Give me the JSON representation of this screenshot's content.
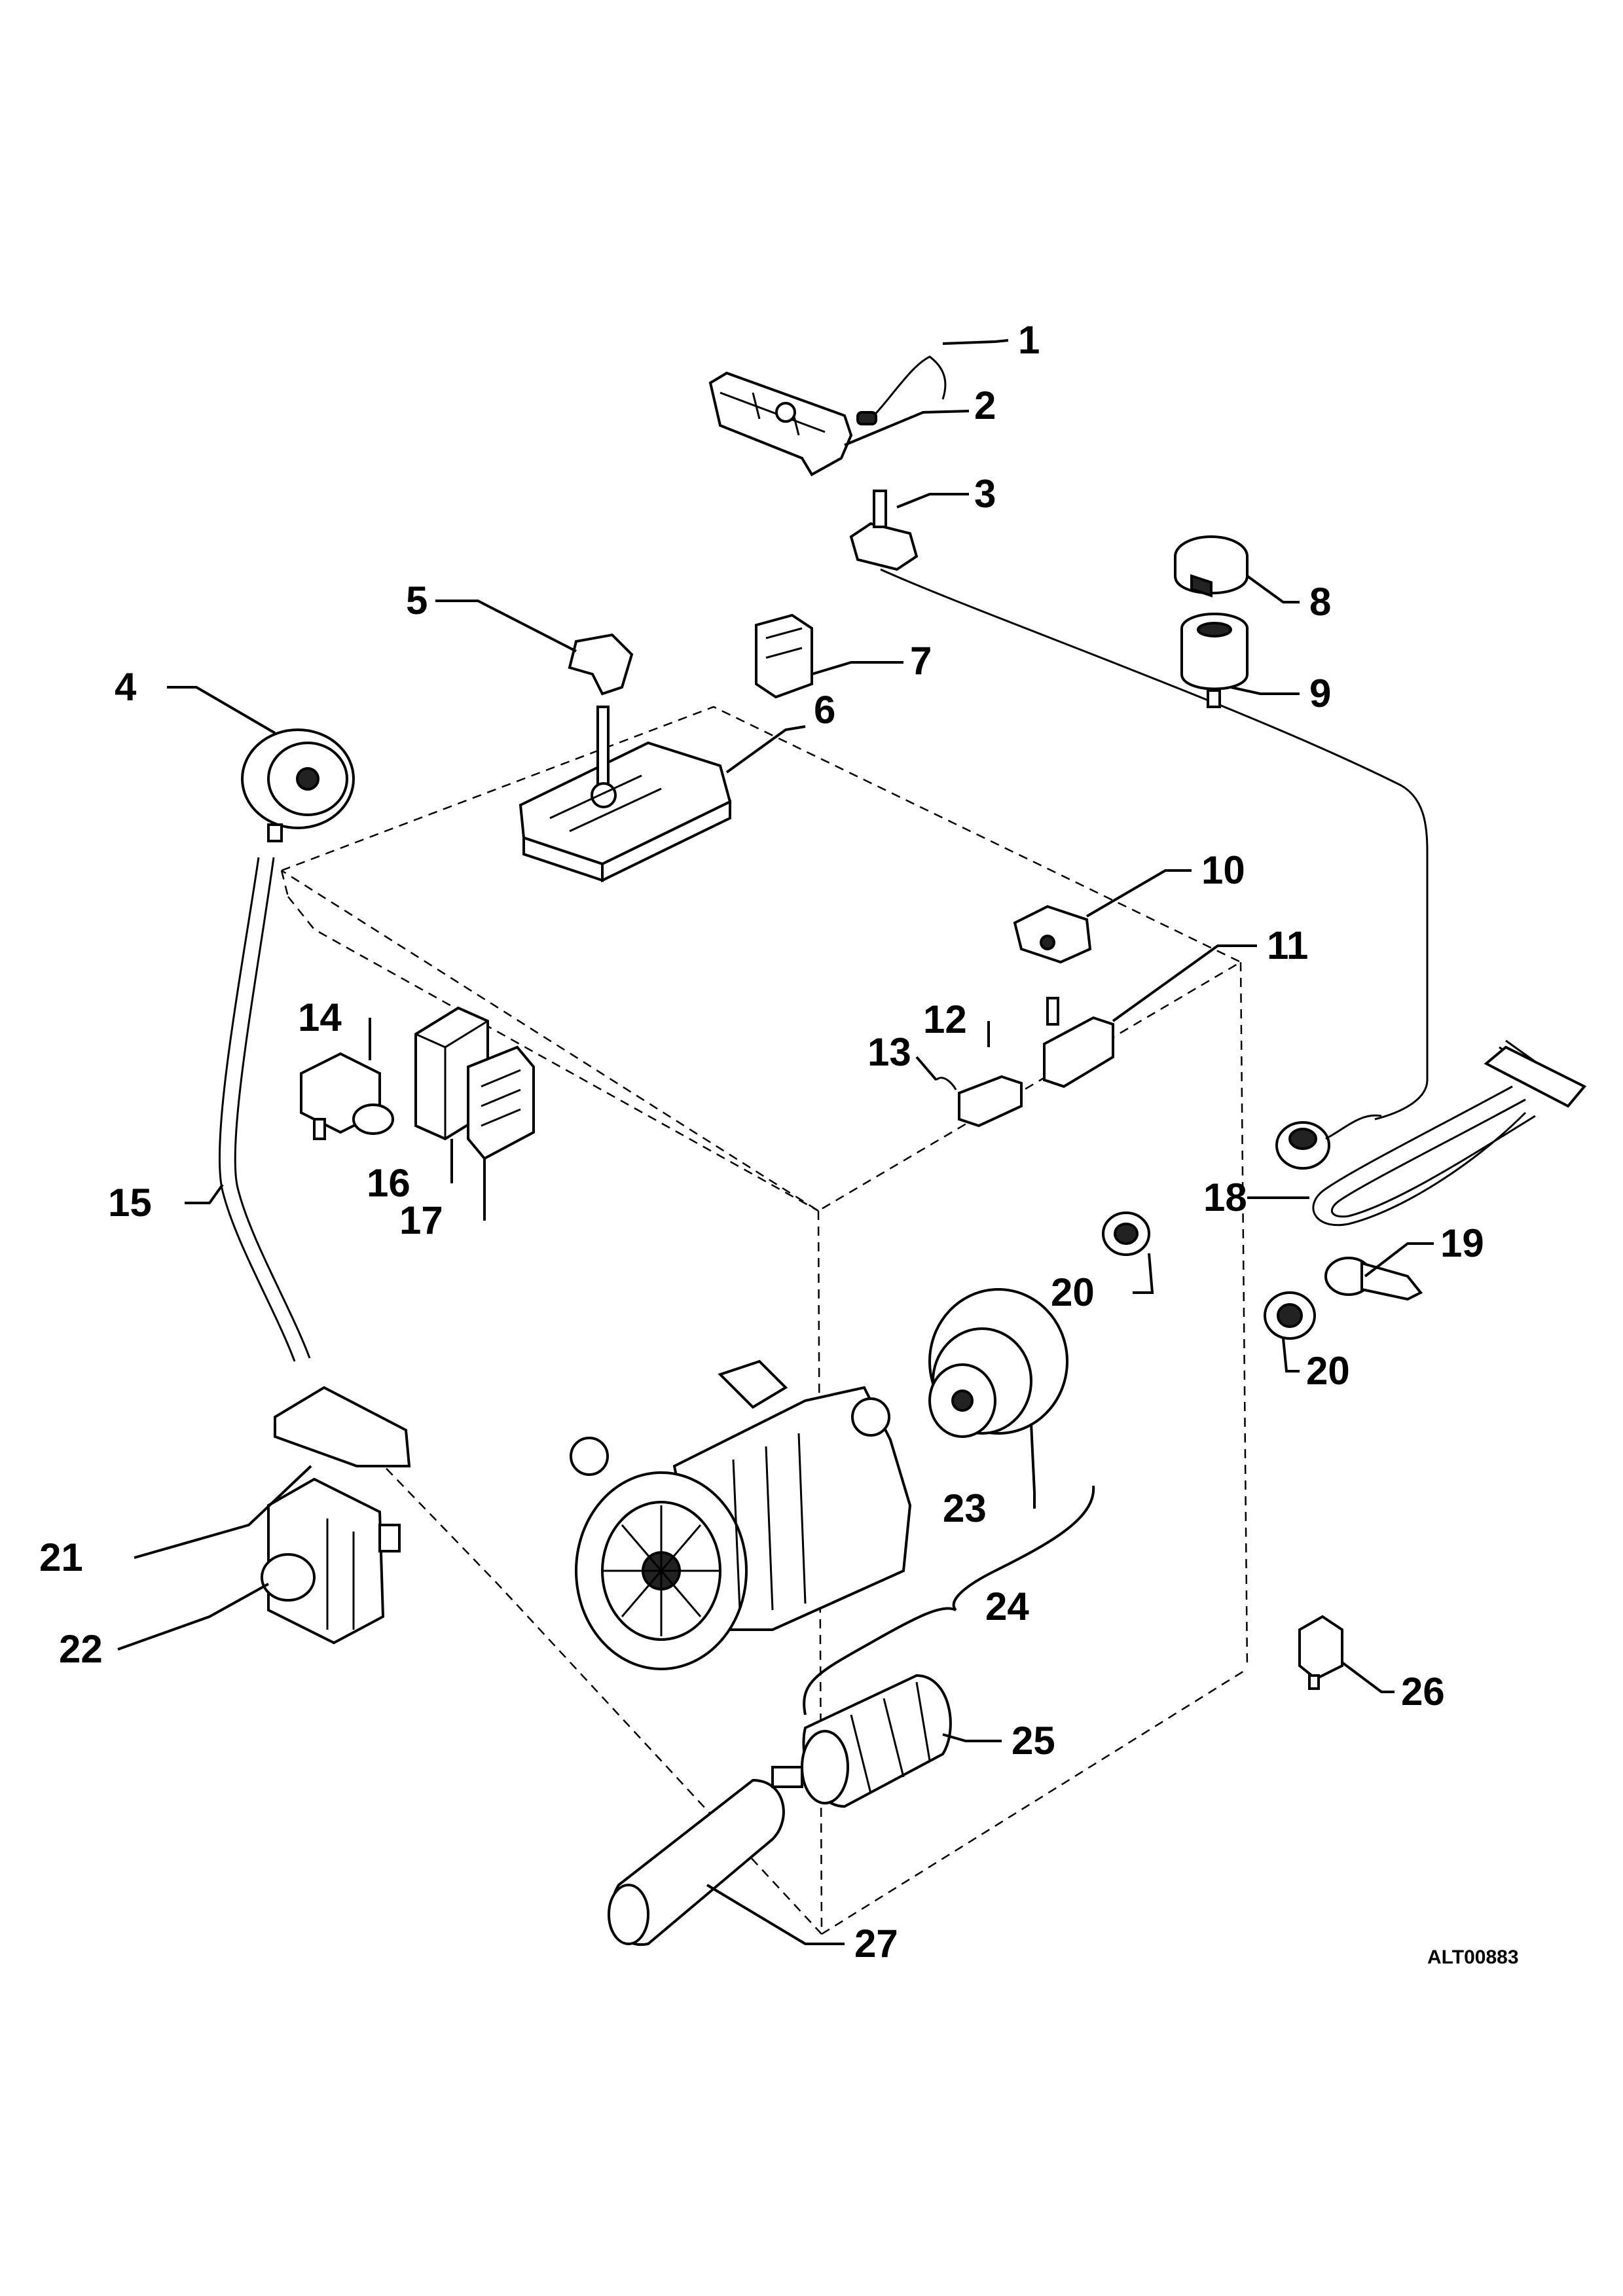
{
  "diagram": {
    "type": "exploded-parts-diagram",
    "reference_code": "ALT00883",
    "callouts": [
      {
        "id": "1",
        "label": "1"
      },
      {
        "id": "2",
        "label": "2"
      },
      {
        "id": "3",
        "label": "3"
      },
      {
        "id": "4",
        "label": "4"
      },
      {
        "id": "5",
        "label": "5"
      },
      {
        "id": "6",
        "label": "6"
      },
      {
        "id": "7",
        "label": "7"
      },
      {
        "id": "8",
        "label": "8"
      },
      {
        "id": "9",
        "label": "9"
      },
      {
        "id": "10",
        "label": "10"
      },
      {
        "id": "11",
        "label": "11"
      },
      {
        "id": "12",
        "label": "12"
      },
      {
        "id": "13",
        "label": "13"
      },
      {
        "id": "14",
        "label": "14"
      },
      {
        "id": "15",
        "label": "15"
      },
      {
        "id": "16",
        "label": "16"
      },
      {
        "id": "17",
        "label": "17"
      },
      {
        "id": "18",
        "label": "18"
      },
      {
        "id": "19",
        "label": "19"
      },
      {
        "id": "20a",
        "label": "20"
      },
      {
        "id": "20b",
        "label": "20"
      },
      {
        "id": "21",
        "label": "21"
      },
      {
        "id": "22",
        "label": "22"
      },
      {
        "id": "23",
        "label": "23"
      },
      {
        "id": "24",
        "label": "24"
      },
      {
        "id": "25",
        "label": "25"
      },
      {
        "id": "26",
        "label": "26"
      },
      {
        "id": "27",
        "label": "27"
      }
    ]
  }
}
